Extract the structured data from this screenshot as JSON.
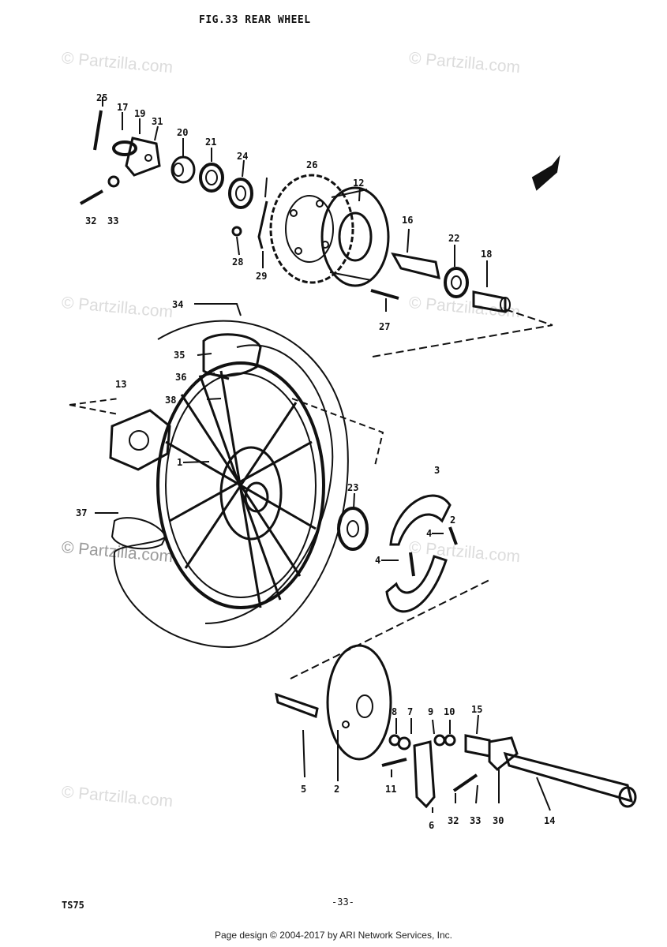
{
  "figure": {
    "title": "FIG.33 REAR WHEEL"
  },
  "footer": {
    "model": "TS75",
    "page_number": "-33-",
    "credit": "Page design © 2004-2017 by ARI Network Services, Inc."
  },
  "watermarks": [
    "© Partzilla.com",
    "© Partzilla.com",
    "© Partzilla.com",
    "© Partzilla.com",
    "© Partzilla.com",
    "© Partzilla.com",
    "© Partzilla.com"
  ],
  "callouts": [
    "25",
    "17",
    "19",
    "31",
    "20",
    "21",
    "24",
    "32",
    "33",
    "26",
    "12",
    "28",
    "29",
    "16",
    "22",
    "18",
    "27",
    "34",
    "35",
    "36",
    "13",
    "38",
    "1",
    "23",
    "3",
    "4",
    "2",
    "4",
    "37",
    "5",
    "2",
    "8",
    "7",
    "9",
    "10",
    "15",
    "11",
    "6",
    "32",
    "33",
    "30",
    "14"
  ],
  "colors": {
    "ink": "#111111",
    "watermark": "#dcdcdc"
  }
}
